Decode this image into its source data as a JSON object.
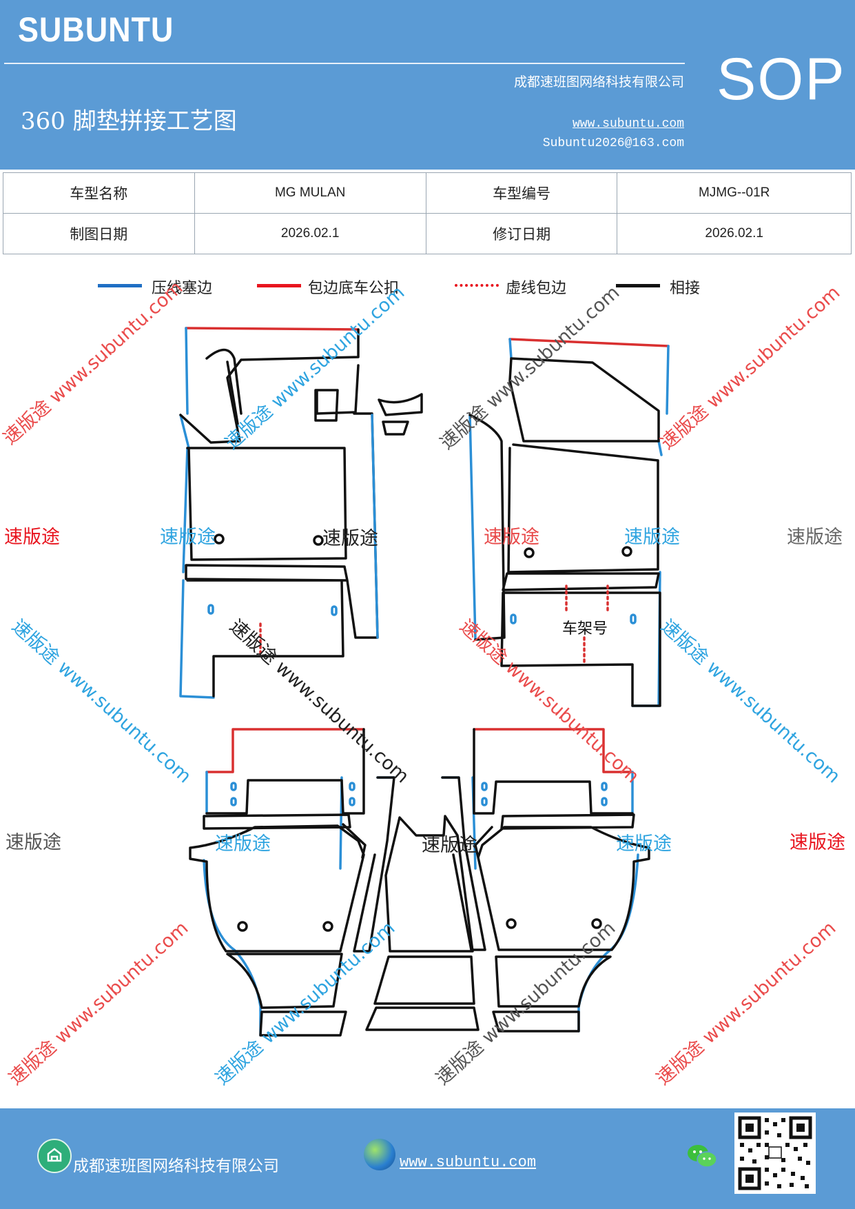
{
  "header": {
    "brand": "SUBUNTU",
    "company": "成都速班图网络科技有限公司",
    "doc_type": "SOP",
    "title": "360 脚垫拼接工艺图",
    "website": "www.subuntu.com",
    "email": "Subuntu2026@163.com"
  },
  "info_table": {
    "row1": [
      "车型名称",
      "MG MULAN",
      "车型编号",
      "MJMG--01R"
    ],
    "row2": [
      "制图日期",
      "2026.02.1",
      "修订日期",
      "2026.02.1"
    ]
  },
  "legend": [
    {
      "label": "压线塞边",
      "color": "#1f6fc4",
      "style": "solid"
    },
    {
      "label": "包边底车公扣",
      "color": "#e8141e",
      "style": "solid"
    },
    {
      "label": "虚线包边",
      "color": "#e8141e",
      "style": "dotted"
    },
    {
      "label": "相接",
      "color": "#111111",
      "style": "solid"
    }
  ],
  "diagram_labels": {
    "vin_label": "车架号"
  },
  "watermarks": {
    "short": "速版途",
    "long": "速版途 www.subuntu.com"
  },
  "colors": {
    "header_bg": "#5b9bd5",
    "blue_edge": "#2b8fd6",
    "red_edge": "#d93030",
    "black_edge": "#111111"
  },
  "footer": {
    "company": "成都速班图网络科技有限公司",
    "website": "www.subuntu.com",
    "icons": [
      "company-icon",
      "globe-icon",
      "wechat-icon",
      "qr-code"
    ]
  }
}
